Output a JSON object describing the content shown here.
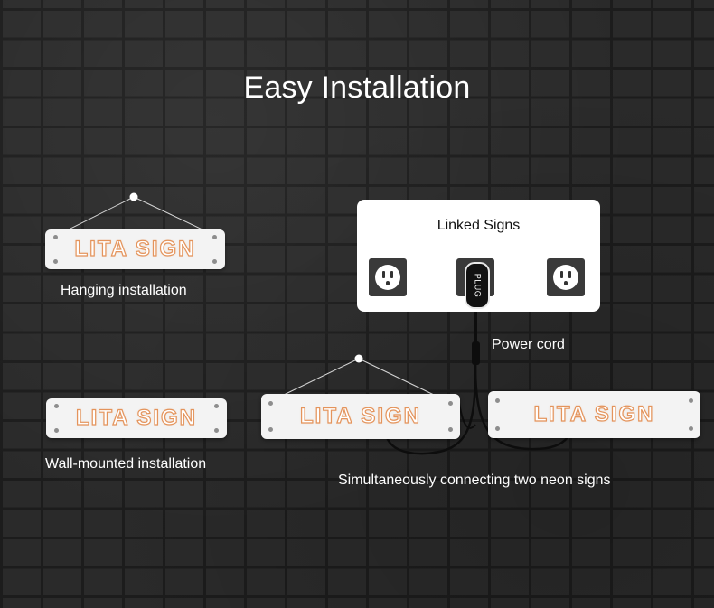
{
  "title": "Easy Installation",
  "sign_text": "LITA SIGN",
  "labels": {
    "hanging": "Hanging installation",
    "wall": "Wall-mounted installation",
    "power_cord": "Power cord",
    "simultaneous": "Simultaneously connecting two neon signs"
  },
  "panel": {
    "title": "Linked Signs",
    "plug_label": "PLUG"
  },
  "colors": {
    "neon_outline": "#e4945c",
    "sign_background": "#f3f3f3",
    "brick": "#2a2a2a",
    "mortar": "#1c1c1c"
  },
  "icons": [
    "socket-icon",
    "plug-icon",
    "hanging-hook-icon"
  ]
}
